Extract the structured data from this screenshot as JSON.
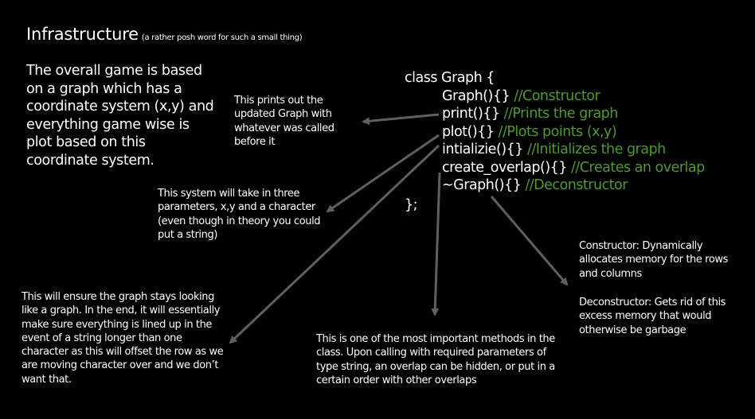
{
  "colors": {
    "background": "#000000",
    "text": "#ffffff",
    "comment": "#4e9a2a",
    "arrow": "#5f5f5f"
  },
  "header": {
    "title": "Infrastructure",
    "subtitle": "(a rather posh word for such a small thing)"
  },
  "intro": "The overall game is based on a graph which has a coordinate system (x,y) and everything game wise is plot based on this coordinate system.",
  "code": {
    "open": "class Graph {",
    "members": [
      {
        "signature": "Graph(){}",
        "comment": "//Constructor"
      },
      {
        "signature": "print(){}",
        "comment": "//Prints the graph"
      },
      {
        "signature": "plot(){}",
        "comment": "//Plots points (x,y)"
      },
      {
        "signature": "intializie(){}",
        "comment": "//Initializes the graph"
      },
      {
        "signature": "create_overlap(){}",
        "comment": "//Creates an overlap"
      },
      {
        "signature": "~Graph(){}",
        "comment": "//Deconstructor"
      }
    ],
    "close": "};"
  },
  "notes": {
    "print": "This prints out the updated Graph with whatever was called before it",
    "plot": "This system will take in three parameters, x,y and a character (even though in theory you could put a string)",
    "initialize": "This will ensure the graph stays looking like a graph. In the end, it will essentially make sure everything is lined up in the event of a string longer than one character as this will offset the row as we are moving character over and we don’t want that.",
    "create_overlap": "This is one of the most important methods in the class. Upon calling with required parameters of type string, an overlap can be hidden, or put in a certain order with other overlaps",
    "constructor": "Constructor: Dynamically allocates memory for the rows and columns",
    "deconstructor": "Deconstructor: Gets rid of this excess memory that would otherwise be garbage"
  }
}
